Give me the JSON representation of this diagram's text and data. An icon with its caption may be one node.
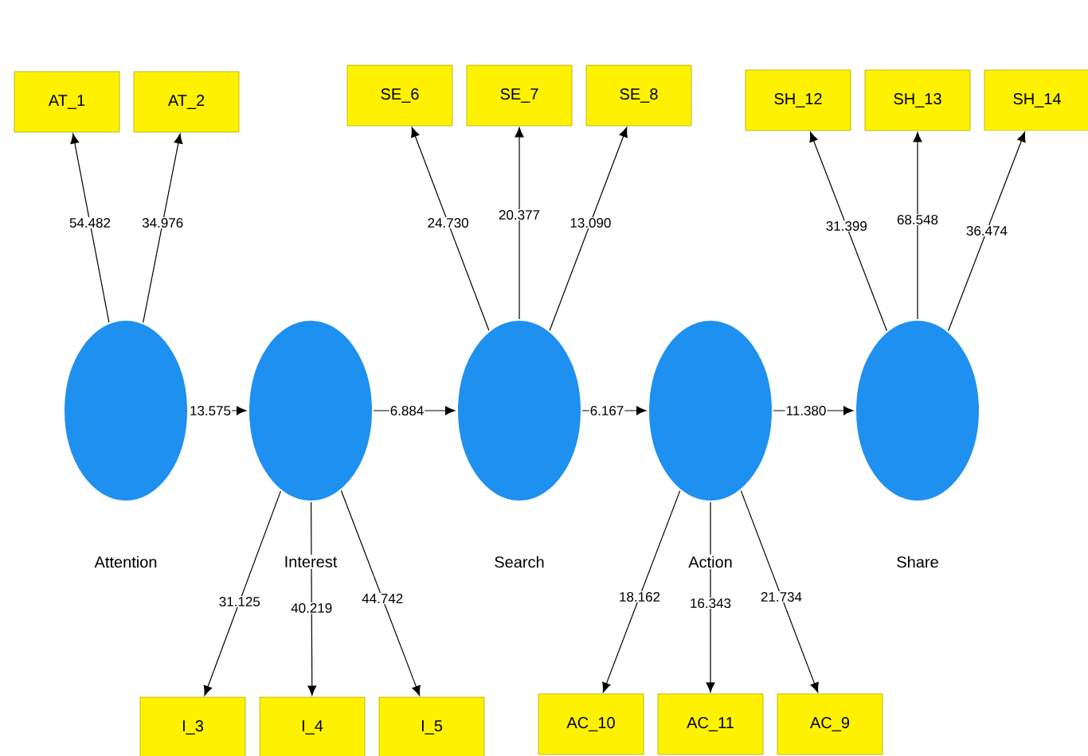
{
  "diagram": {
    "nodes": [
      {
        "text": [
          "AT_1"
        ]
      },
      {
        "text": [
          "AT_2"
        ]
      },
      {
        "text": [
          "SE_6"
        ]
      },
      {
        "text": [
          "SE_7"
        ]
      },
      {
        "text": [
          "SE_8"
        ]
      },
      {
        "text": [
          "SH_12"
        ]
      },
      {
        "text": [
          "SH_13"
        ]
      },
      {
        "text": [
          "SH_14"
        ]
      },
      {
        "text": [],
        "shape": "circle",
        "beside": [
          "Attention"
        ]
      },
      {
        "text": [],
        "shape": "circle",
        "beside": [
          "Interest"
        ]
      },
      {
        "text": [],
        "shape": "circle",
        "beside": [
          "Search"
        ]
      },
      {
        "text": [],
        "shape": "circle",
        "beside": [
          "Action"
        ]
      },
      {
        "text": [],
        "shape": "circle",
        "beside": [
          "Share"
        ]
      },
      {
        "text": [
          "I_3"
        ]
      },
      {
        "text": [
          "I_4"
        ]
      },
      {
        "text": [
          "I_5"
        ]
      },
      {
        "text": [
          "AC_10"
        ]
      },
      {
        "text": [
          "AC_11"
        ]
      },
      {
        "text": [
          "AC_9"
        ]
      }
    ],
    "edges": [
      {
        "from": 8,
        "to": 0,
        "arrow": "to",
        "label": "54.482"
      },
      {
        "from": 8,
        "to": 1,
        "arrow": "to",
        "label": "34.976"
      },
      {
        "from": 10,
        "to": 2,
        "arrow": "to",
        "label": "24.730"
      },
      {
        "from": 10,
        "to": 3,
        "arrow": "to",
        "label": "20.377"
      },
      {
        "from": 10,
        "to": 4,
        "arrow": "to",
        "label": "13.090"
      },
      {
        "from": 12,
        "to": 5,
        "arrow": "to",
        "label": "31.399"
      },
      {
        "from": 12,
        "to": 6,
        "arrow": "to",
        "label": "68.548"
      },
      {
        "from": 12,
        "to": 7,
        "arrow": "to",
        "label": "36.474"
      },
      {
        "from": 8,
        "to": 9,
        "arrow": "to",
        "label": "13.575"
      },
      {
        "from": 9,
        "to": 10,
        "arrow": "to",
        "label": "6.884"
      },
      {
        "from": 10,
        "to": 11,
        "arrow": "to",
        "label": "6.167"
      },
      {
        "from": 11,
        "to": 12,
        "arrow": "to",
        "label": "11.380"
      },
      {
        "from": 9,
        "to": 13,
        "arrow": "to",
        "label": "31.125"
      },
      {
        "from": 9,
        "to": 14,
        "arrow": "to",
        "label": "40.219"
      },
      {
        "from": 9,
        "to": 15,
        "arrow": "to",
        "label": "44.742"
      },
      {
        "from": 11,
        "to": 16,
        "arrow": "to",
        "label": "18.162"
      },
      {
        "from": 11,
        "to": 17,
        "arrow": "to",
        "label": "16.343"
      },
      {
        "from": 11,
        "to": 18,
        "arrow": "to",
        "label": "21.734"
      }
    ]
  }
}
